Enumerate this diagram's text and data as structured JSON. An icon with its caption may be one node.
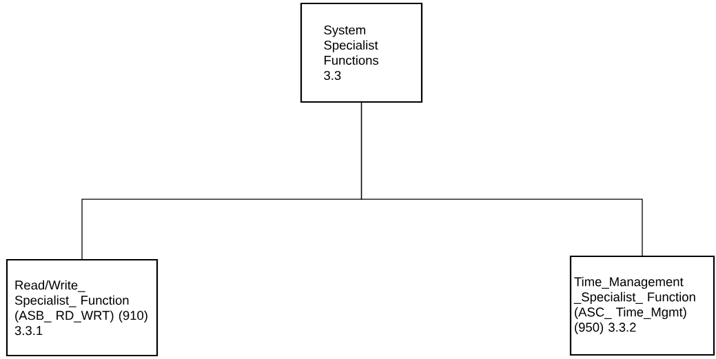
{
  "diagram": {
    "nodes": [
      {
        "text": [
          "System Specialist Functions 3.3"
        ]
      },
      {
        "text": [
          "Read/Write_ Specialist_ Function (ASB_ RD_WRT) (910) 3.3.1"
        ]
      },
      {
        "text": [
          "Time_Management _Specialist_ Function (ASC_ Time_Mgmt) (950) 3.3.2"
        ]
      }
    ],
    "edges": [
      {
        "from": 0,
        "to": 1,
        "arrow": "none"
      },
      {
        "from": 0,
        "to": 2,
        "arrow": "none"
      }
    ]
  }
}
